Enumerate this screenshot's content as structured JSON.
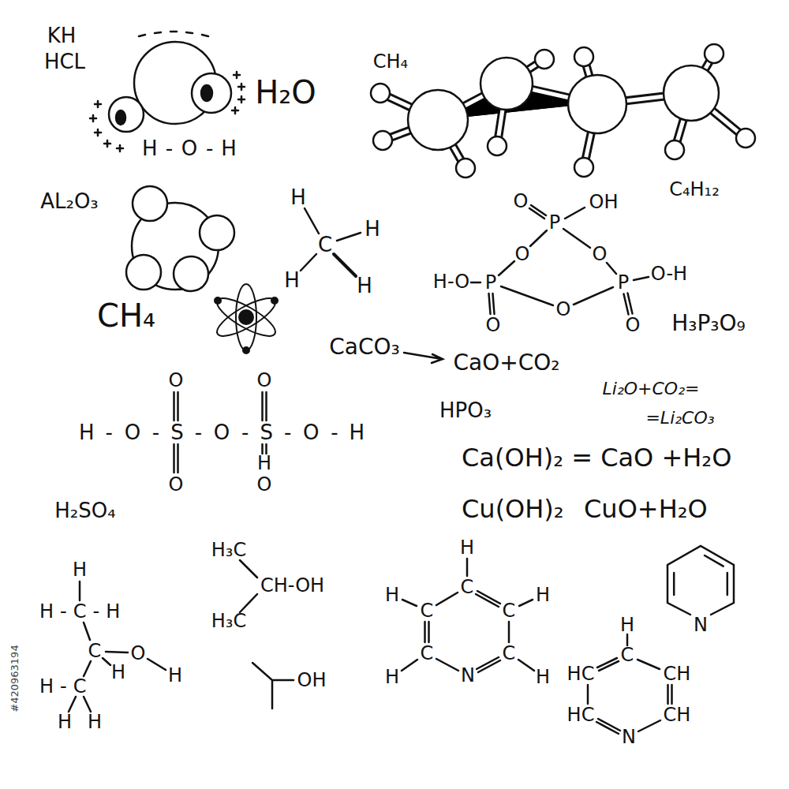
{
  "diagram": {
    "labels": [
      "KH",
      "HCL",
      "H₂O",
      "CH₄",
      "H-O-H",
      "C₄H₁₂",
      "AL₂O₃",
      "H",
      "O",
      "OH",
      "P",
      "H",
      "C",
      "O",
      "O",
      "H",
      "H-O",
      "P",
      "P",
      "O-H",
      "H",
      "O",
      "CH₄",
      "H₃P₃O₉",
      "O",
      "O",
      "CaCO₃",
      "CaO+CO₂",
      "O",
      "O",
      "Li₂O+CO₂=",
      "HPO₃",
      "=Li₂CO₃",
      "H-O-S-O-S-O-H",
      "Ca(OH)₂ = CaO +H₂O",
      "H",
      "O",
      "O",
      "H₂SO₄",
      "Cu(OH)₂",
      "CuO+H₂O",
      "H",
      "H₃C",
      "H",
      "CH-OH",
      "C",
      "H",
      "H",
      "C",
      "C",
      "H-C-H",
      "H₃C",
      "N",
      "H",
      "C",
      "O",
      "C",
      "C",
      "C",
      "H",
      "HC",
      "CH",
      "H",
      "N",
      "H",
      "H",
      "OH",
      "H-C",
      "HC",
      "CH",
      "H",
      "H",
      "N",
      "#420963194"
    ]
  }
}
